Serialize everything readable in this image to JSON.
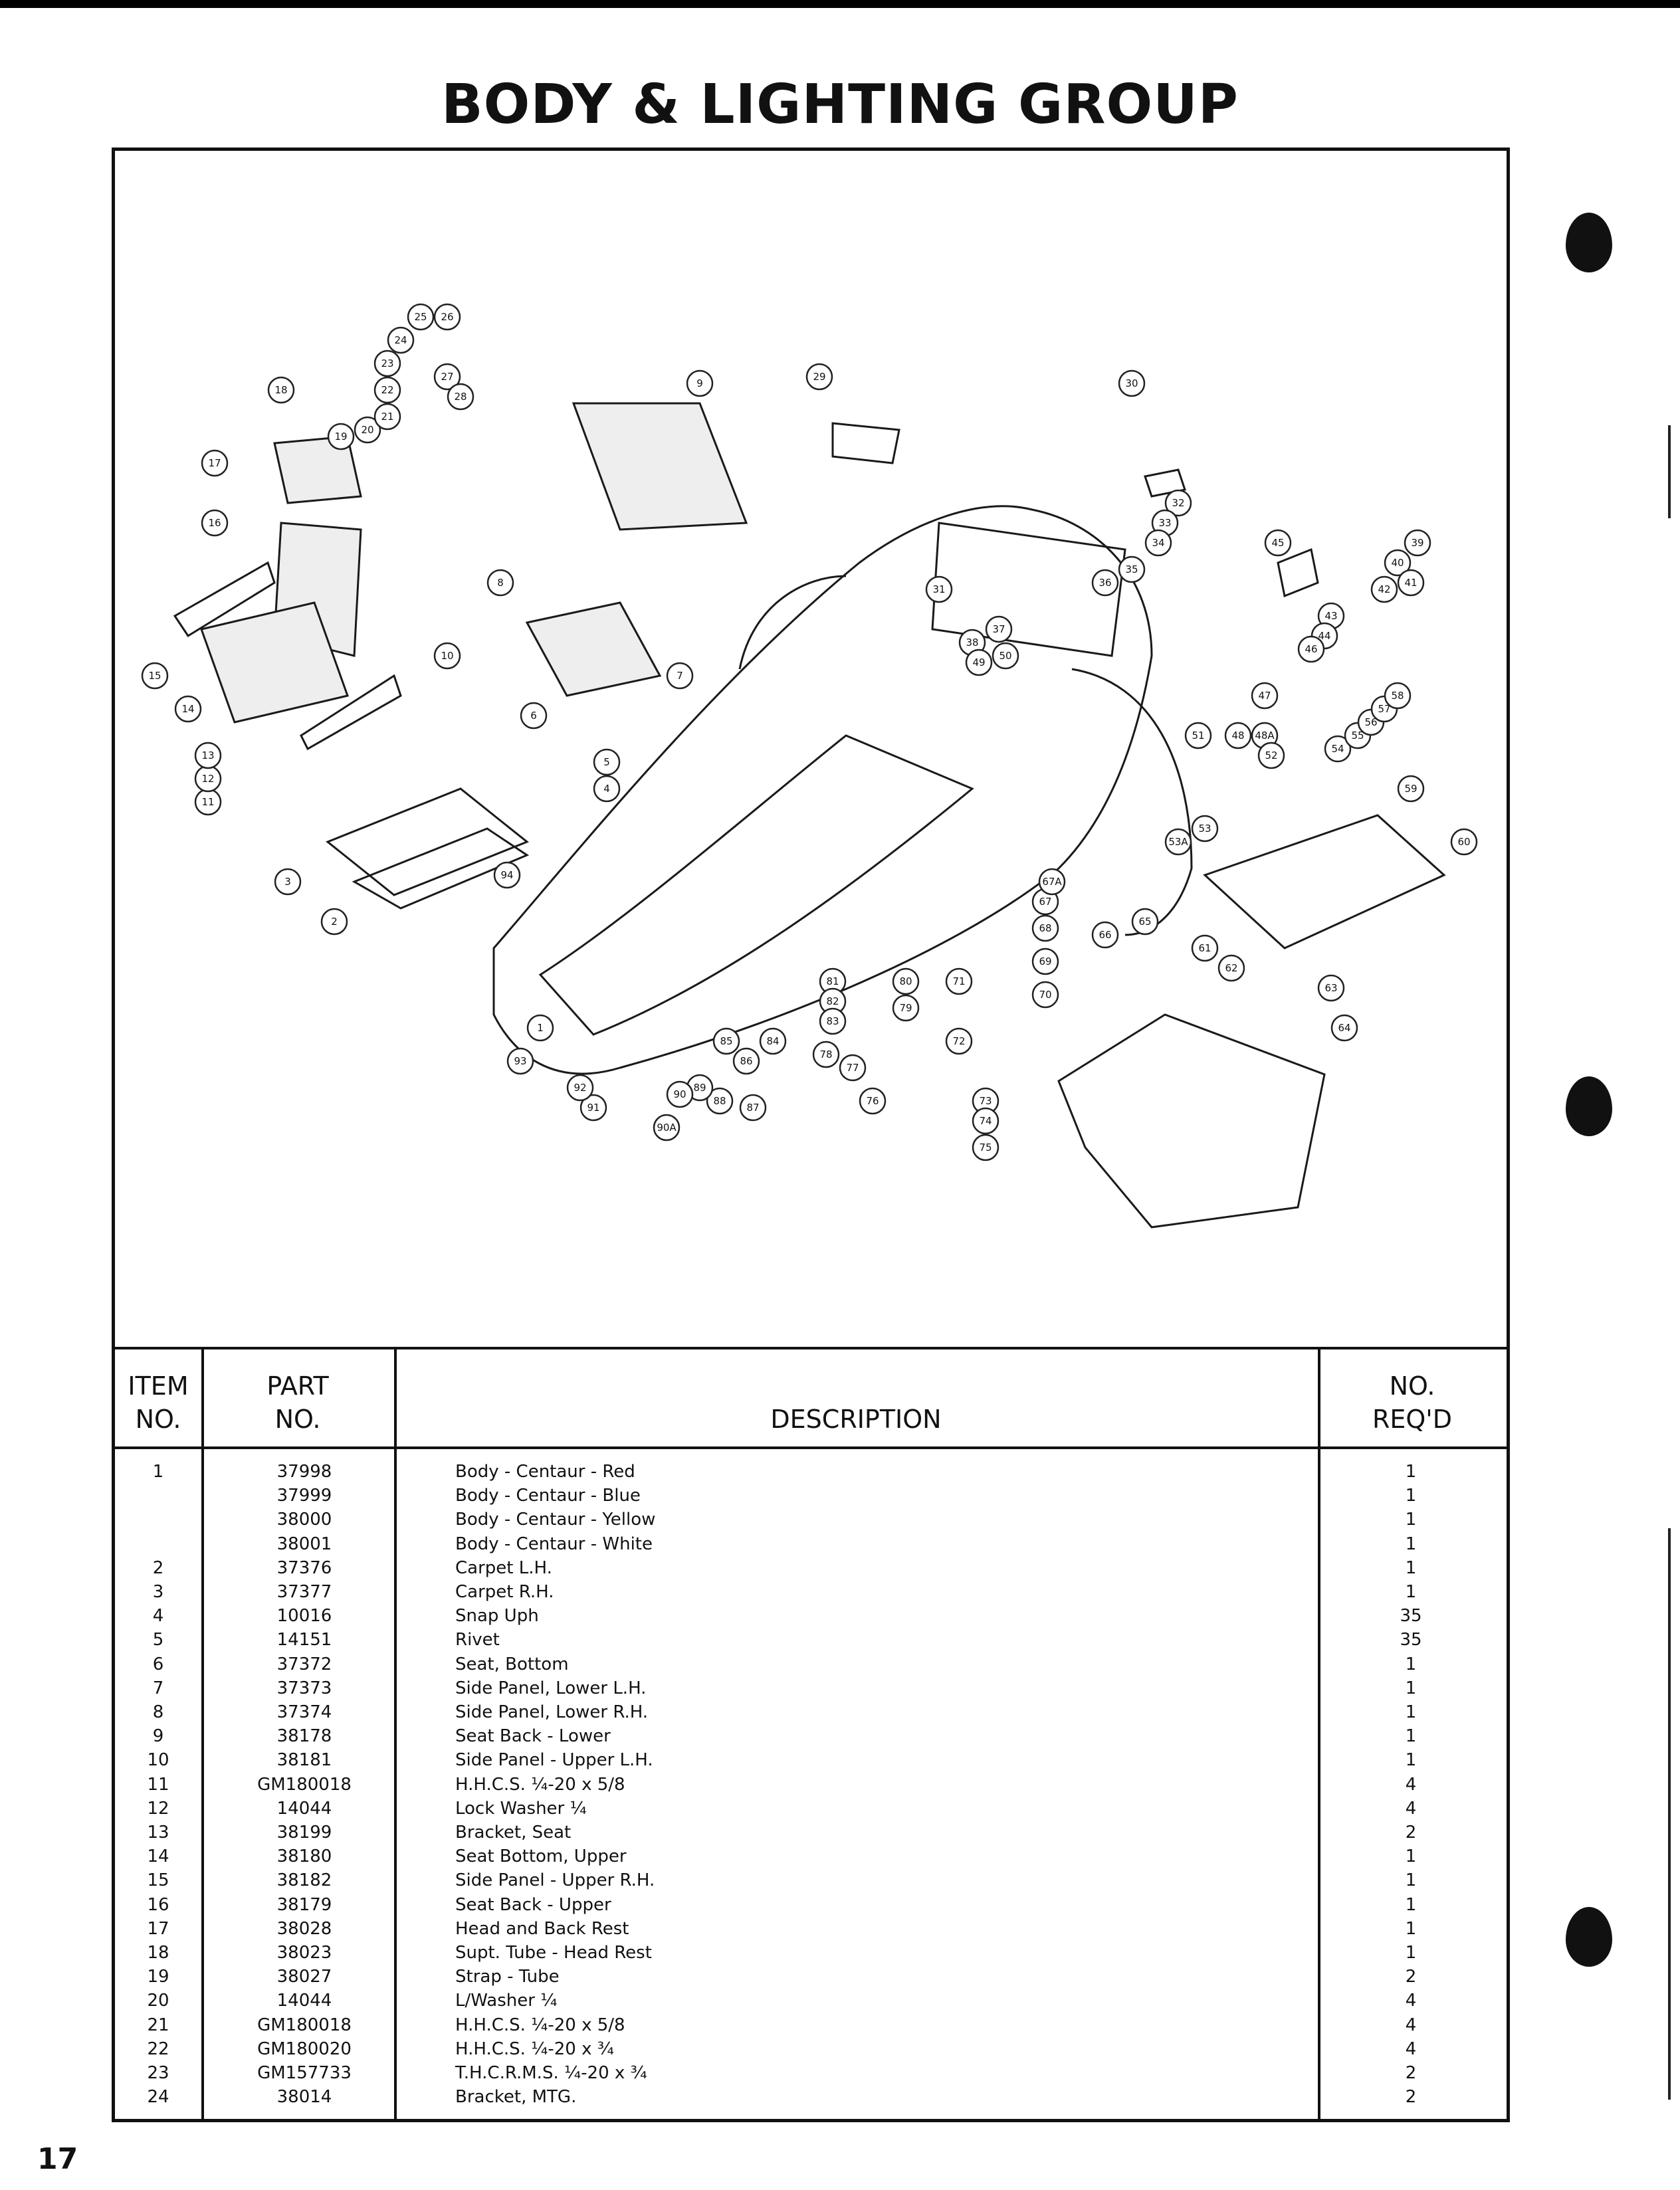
{
  "page": {
    "title": "BODY & LIGHTING GROUP",
    "page_number": "17"
  },
  "diagram": {
    "callouts": [
      "1",
      "2",
      "3",
      "4",
      "5",
      "6",
      "7",
      "8",
      "9",
      "10",
      "11",
      "12",
      "13",
      "14",
      "15",
      "16",
      "17",
      "18",
      "19",
      "20",
      "21",
      "22",
      "23",
      "24",
      "25",
      "26",
      "27",
      "28",
      "29",
      "30",
      "31",
      "32",
      "33",
      "34",
      "35",
      "36",
      "37",
      "38",
      "39",
      "40",
      "41",
      "42",
      "43",
      "44",
      "45",
      "46",
      "47",
      "48",
      "48A",
      "49",
      "50",
      "51",
      "52",
      "53",
      "53A",
      "54",
      "55",
      "56",
      "57",
      "58",
      "59",
      "60",
      "61",
      "62",
      "63",
      "64",
      "65",
      "66",
      "67",
      "67A",
      "68",
      "69",
      "70",
      "71",
      "72",
      "73",
      "74",
      "75",
      "76",
      "77",
      "78",
      "79",
      "80",
      "81",
      "82",
      "83",
      "84",
      "85",
      "86",
      "87",
      "88",
      "89",
      "90",
      "90A",
      "91",
      "92",
      "93",
      "94"
    ]
  },
  "table": {
    "headers": {
      "item_line1": "ITEM",
      "item_line2": "NO.",
      "part_line1": "PART",
      "part_line2": "NO.",
      "description": "DESCRIPTION",
      "qty_line1": "NO.",
      "qty_line2": "REQ'D"
    },
    "rows": [
      {
        "item": "1",
        "part": "37998",
        "desc": "Body - Centaur - Red",
        "qty": "1"
      },
      {
        "item": "",
        "part": "37999",
        "desc": "Body - Centaur - Blue",
        "qty": "1"
      },
      {
        "item": "",
        "part": "38000",
        "desc": "Body - Centaur - Yellow",
        "qty": "1"
      },
      {
        "item": "",
        "part": "38001",
        "desc": "Body - Centaur - White",
        "qty": "1"
      },
      {
        "item": "2",
        "part": "37376",
        "desc": "Carpet L.H.",
        "qty": "1"
      },
      {
        "item": "3",
        "part": "37377",
        "desc": "Carpet R.H.",
        "qty": "1"
      },
      {
        "item": "4",
        "part": "10016",
        "desc": "Snap Uph",
        "qty": "35"
      },
      {
        "item": "5",
        "part": "14151",
        "desc": "Rivet",
        "qty": "35"
      },
      {
        "item": "6",
        "part": "37372",
        "desc": "Seat, Bottom",
        "qty": "1"
      },
      {
        "item": "7",
        "part": "37373",
        "desc": "Side Panel, Lower L.H.",
        "qty": "1"
      },
      {
        "item": "8",
        "part": "37374",
        "desc": "Side Panel, Lower R.H.",
        "qty": "1"
      },
      {
        "item": "9",
        "part": "38178",
        "desc": "Seat Back - Lower",
        "qty": "1"
      },
      {
        "item": "10",
        "part": "38181",
        "desc": "Side Panel - Upper L.H.",
        "qty": "1"
      },
      {
        "item": "11",
        "part": "GM180018",
        "desc": "H.H.C.S. ¼-20 x 5/8",
        "qty": "4"
      },
      {
        "item": "12",
        "part": "14044",
        "desc": "Lock Washer ¼",
        "qty": "4"
      },
      {
        "item": "13",
        "part": "38199",
        "desc": "Bracket, Seat",
        "qty": "2"
      },
      {
        "item": "14",
        "part": "38180",
        "desc": "Seat Bottom, Upper",
        "qty": "1"
      },
      {
        "item": "15",
        "part": "38182",
        "desc": "Side Panel - Upper R.H.",
        "qty": "1"
      },
      {
        "item": "16",
        "part": "38179",
        "desc": "Seat Back - Upper",
        "qty": "1"
      },
      {
        "item": "17",
        "part": "38028",
        "desc": "Head and Back Rest",
        "qty": "1"
      },
      {
        "item": "18",
        "part": "38023",
        "desc": "Supt. Tube - Head Rest",
        "qty": "1"
      },
      {
        "item": "19",
        "part": "38027",
        "desc": "Strap - Tube",
        "qty": "2"
      },
      {
        "item": "20",
        "part": "14044",
        "desc": "L/Washer ¼",
        "qty": "4"
      },
      {
        "item": "21",
        "part": "GM180018",
        "desc": "H.H.C.S. ¼-20 x 5/8",
        "qty": "4"
      },
      {
        "item": "22",
        "part": "GM180020",
        "desc": "H.H.C.S. ¼-20 x ¾",
        "qty": "4"
      },
      {
        "item": "23",
        "part": "GM157733",
        "desc": "T.H.C.R.M.S. ¼-20 x ¾",
        "qty": "2"
      },
      {
        "item": "24",
        "part": "38014",
        "desc": "Bracket, MTG.",
        "qty": "2"
      }
    ]
  }
}
